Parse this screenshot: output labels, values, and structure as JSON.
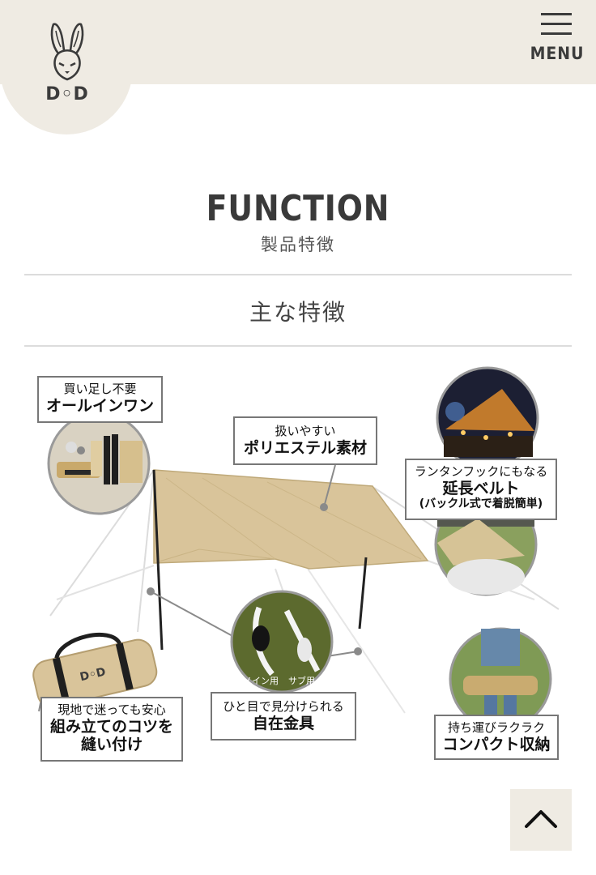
{
  "header": {
    "logo_text": "D◦D",
    "menu_label": "MENU",
    "menu_icon": "hamburger-icon"
  },
  "section": {
    "title": "FUNCTION",
    "subtitle": "製品特徴",
    "heading": "主な特徴"
  },
  "features": [
    {
      "small": "買い足し不要",
      "big": "オールインワン"
    },
    {
      "small": "扱いやすい",
      "big": "ポリエステル素材"
    },
    {
      "small": "ランタンフックにもなる",
      "big": "延長ベルト",
      "note": "(バックル式で着脱簡単)"
    },
    {
      "small": "現地で迷っても安心",
      "big": "組み立てのコツを",
      "big2": "縫い付け"
    },
    {
      "small": "ひと目で見分けられる",
      "big": "自在金具"
    },
    {
      "small": "持ち運びラクラク",
      "big": "コンパクト収納"
    }
  ],
  "photo_labels": {
    "main": "メイン用",
    "sub": "サブ用"
  },
  "bag_logo": "D◦D",
  "back_to_top_icon": "chevron-up-icon",
  "colors": {
    "header_bg": "#efebe3",
    "tarp": "#d9c49a",
    "text_dark": "#3a3a3a"
  }
}
